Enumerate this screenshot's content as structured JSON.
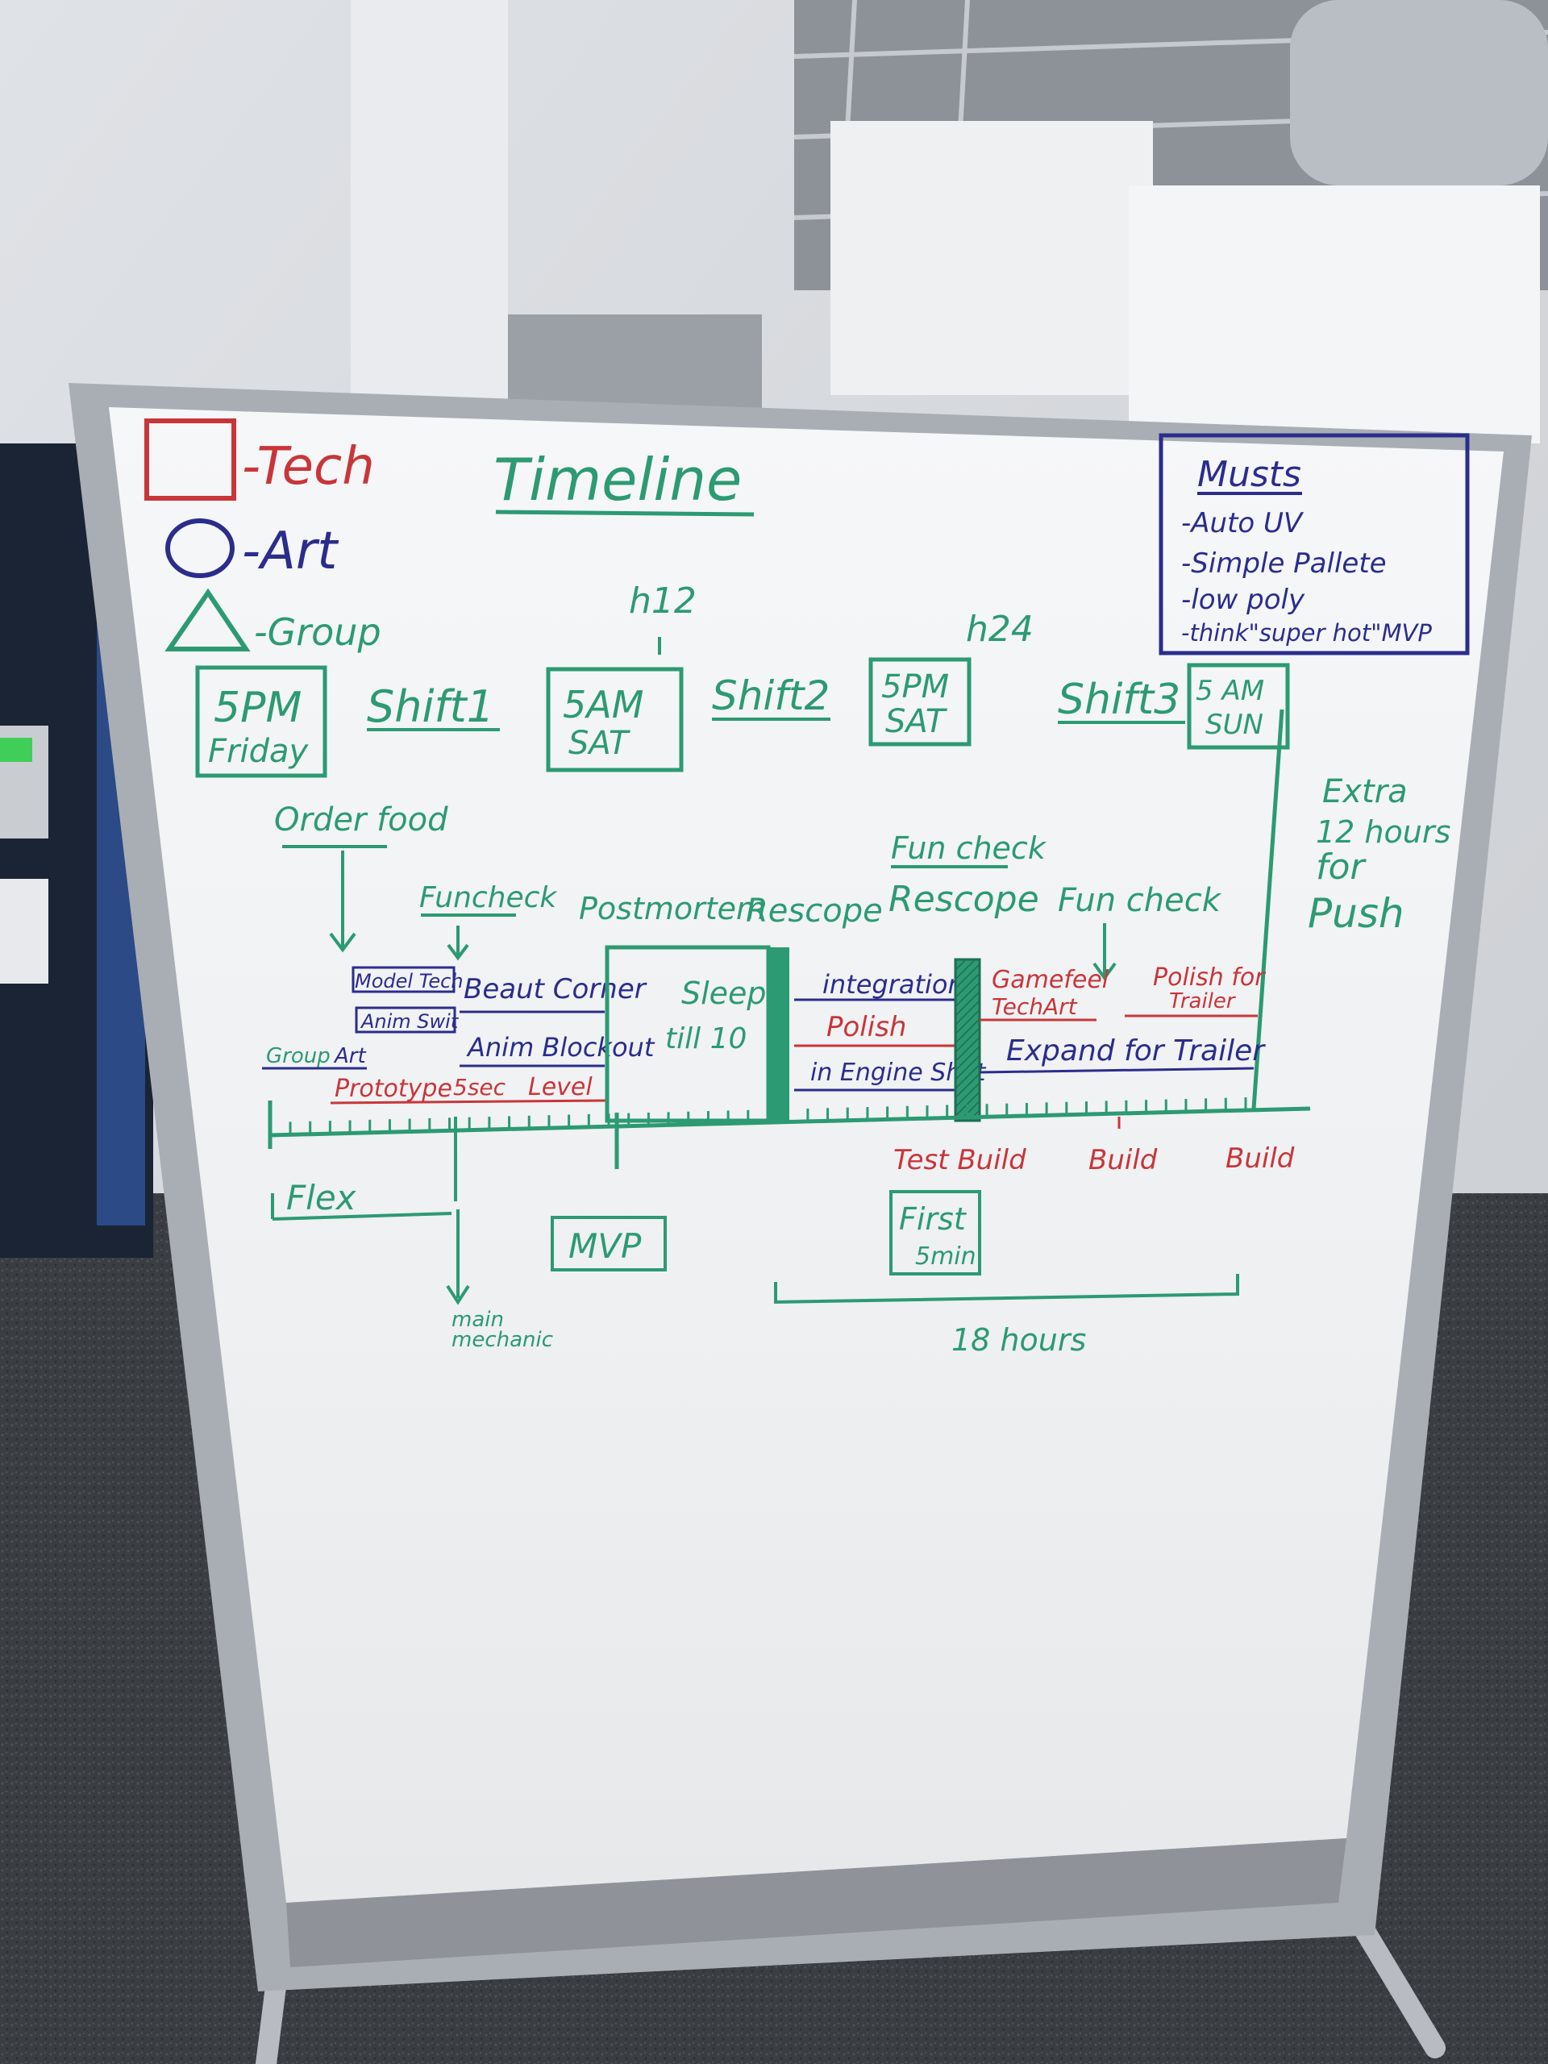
{
  "colors": {
    "tech": "#c8363a",
    "art": "#2a2d8c",
    "group": "#2c9a72"
  },
  "legend": {
    "tech": "-Tech",
    "art": "-Art",
    "group": "-Group"
  },
  "title": "Timeline",
  "musts": {
    "heading": "Musts",
    "items": [
      "-Auto UV",
      "-Simple Pallete",
      "-low poly",
      "-think\"super hot\"MVP"
    ]
  },
  "hour_marks": {
    "h12": "h12",
    "h24": "h24"
  },
  "time_boxes": {
    "start_l1": "5PM",
    "start_l2": "Friday",
    "sat_am_l1": "5AM",
    "sat_am_l2": "SAT",
    "sat_pm_l1": "5PM",
    "sat_pm_l2": "SAT",
    "sun_am_l1": "5 AM",
    "sun_am_l2": "SUN"
  },
  "shifts": {
    "s1": "Shift1",
    "s2": "Shift2",
    "s3": "Shift3"
  },
  "extra": [
    "Extra",
    "12 hours",
    "for",
    "Push"
  ],
  "milestones": {
    "order_food": "Order food",
    "funcheck": "Funcheck",
    "postmortem": "Postmortem",
    "rescope": "Rescope",
    "fun_check_2": "Fun check",
    "rescope_2": "Rescope",
    "fun_check_3": "Fun check"
  },
  "tasks": {
    "model_tech": "Model Tech",
    "anim_swit": "Anim Swit",
    "group_label": "Group",
    "art_label": "Art",
    "prototype": "Prototype",
    "five_sec": "5sec",
    "level": "Level",
    "beaut_corner": "Beaut Corner",
    "anim_blockout": "Anim Blockout",
    "sleep_l1": "Sleep",
    "sleep_l2": "till 10",
    "integration": "integration",
    "polish": "Polish",
    "in_engine": "in Engine Shat",
    "gamefeel": "Gamefeel",
    "techart": "TechArt",
    "polish_for": "Polish for",
    "trailer": "Trailer",
    "expand_for_trailer": "Expand for Trailer"
  },
  "below": {
    "flex": "Flex",
    "main_l1": "main",
    "main_l2": "mechanic",
    "mvp": "MVP",
    "test_build": "Test Build",
    "build_1": "Build",
    "build_2": "Build",
    "first_l1": "First",
    "first_l2": "5min",
    "eighteen": "18 hours"
  }
}
